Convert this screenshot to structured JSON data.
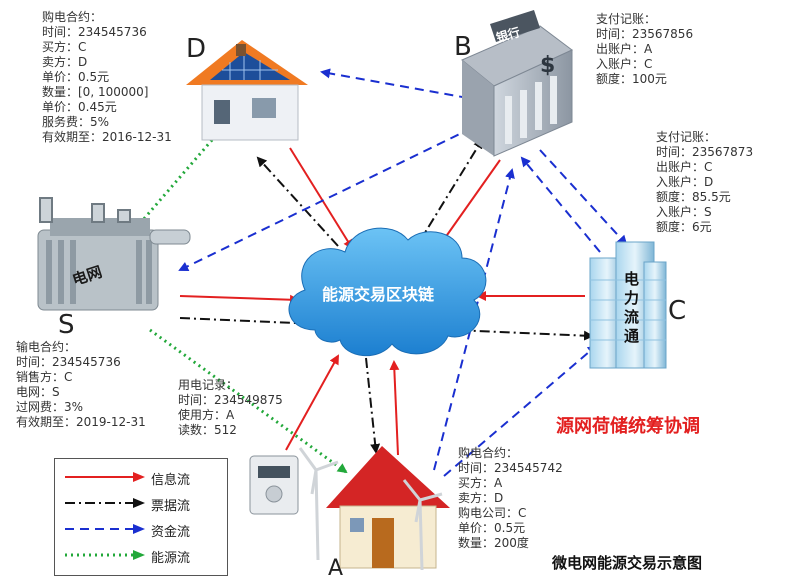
{
  "nodes": {
    "D": "D",
    "B": "B",
    "S": "S",
    "C": "C",
    "A": "A"
  },
  "icons": {
    "bank_sign": "银行",
    "grid_label": "电网",
    "company_label": "电力流通"
  },
  "center": "能源交易区块链",
  "red_title": "源网荷储统筹协调",
  "caption": "微电网能源交易示意图",
  "info_D": [
    "购电合约：",
    "时间：234545736",
    "买方：C",
    "卖方：D",
    "单价：0.5元",
    "数量：[0, 100000]",
    "单价：0.45元",
    "服务费：5%",
    "有效期至：2016-12-31"
  ],
  "info_B": [
    "支付记账：",
    "时间：23567856",
    "出账户：A",
    "入账户：C",
    "额度：100元"
  ],
  "info_C": [
    "支付记账：",
    "时间：23567873",
    "出账户：C",
    "入账户：D",
    "额度：85.5元",
    "入账户：S",
    "额度：6元"
  ],
  "info_S": [
    "输电合约：",
    "时间：234545736",
    "销售方：C",
    "电网：S",
    "过网费：3%",
    "有效期至：2019-12-31"
  ],
  "info_meter": [
    "用电记录：",
    "时间：234549875",
    "使用方：A",
    "读数：512"
  ],
  "info_A": [
    "购电合约：",
    "时间：234545742",
    "买方：A",
    "卖方：D",
    "购电公司：C",
    "单价：0.5元",
    "数量：200度"
  ],
  "legend": [
    {
      "label": "信息流",
      "color": "#e32020",
      "style": "solid"
    },
    {
      "label": "票据流",
      "color": "#111111",
      "style": "dashdot"
    },
    {
      "label": "资金流",
      "color": "#1a2fd0",
      "style": "dashed"
    },
    {
      "label": "能源流",
      "color": "#22a83a",
      "style": "dotted"
    }
  ],
  "colors": {
    "info": "#e32020",
    "bill": "#111111",
    "fund": "#1a2fd0",
    "energy": "#22a83a",
    "cloud": "#2f98e0"
  }
}
